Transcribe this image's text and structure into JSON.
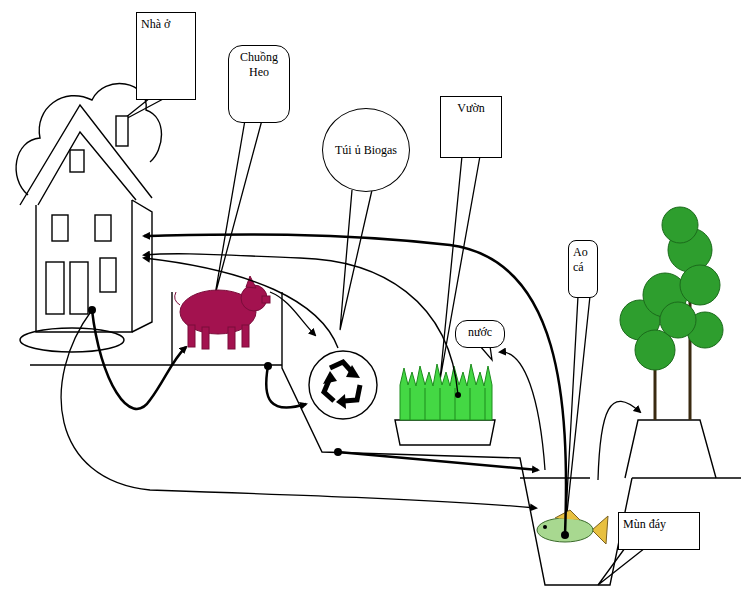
{
  "diagram": {
    "nodes": [
      {
        "text": [
          "Nhà ở"
        ]
      },
      {
        "text": [
          "Chuồng Heo"
        ]
      },
      {
        "text": [
          "Túi ủ Biogas"
        ]
      },
      {
        "text": [
          "Vườn"
        ]
      },
      {
        "text": [
          "nước"
        ]
      },
      {
        "text": [
          "Ao cá"
        ]
      },
      {
        "text": [
          "Mùn đáy"
        ]
      }
    ]
  }
}
